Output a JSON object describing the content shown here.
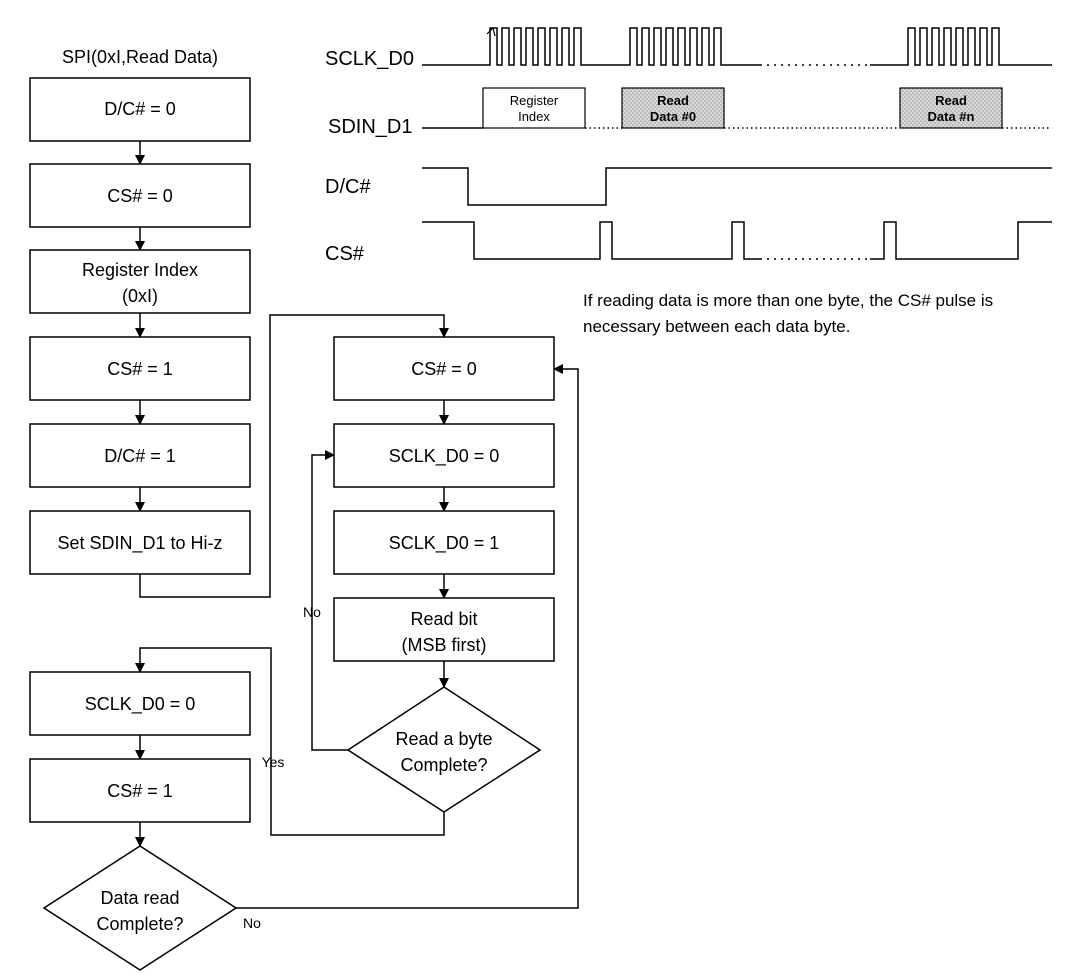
{
  "flow_title": "SPI(0xI,Read Data)",
  "steps": {
    "dc0": "D/C# = 0",
    "cs0": "CS# = 0",
    "reg_index_1": "Register Index",
    "reg_index_2": "(0xI)",
    "cs1": "CS# = 1",
    "dc1": "D/C# = 1",
    "hiz": "Set SDIN_D1 to Hi-z",
    "loop_cs0": "CS# = 0",
    "loop_sclk0": "SCLK_D0 = 0",
    "loop_sclk1": "SCLK_D0 = 1",
    "read_bit_1": "Read bit",
    "read_bit_2": "(MSB first)",
    "byte_q_1": "Read a byte",
    "byte_q_2": "Complete?",
    "end_sclk0": "SCLK_D0 = 0",
    "end_cs1": "CS# = 1",
    "data_q_1": "Data read",
    "data_q_2": "Complete?"
  },
  "branches": {
    "no_byte": "No",
    "yes_byte": "Yes",
    "no_data": "No"
  },
  "timing": {
    "signals": [
      "SCLK_D0",
      "SDIN_D1",
      "D/C#",
      "CS#"
    ],
    "reg_box_1": "Register",
    "reg_box_2": "Index",
    "data0_1": "Read",
    "data0_2": "Data #0",
    "datan_1": "Read",
    "datan_2": "Data #n"
  },
  "note_1": "If reading data is more than one byte, the CS# pulse is",
  "note_2": "necessary between each data byte."
}
